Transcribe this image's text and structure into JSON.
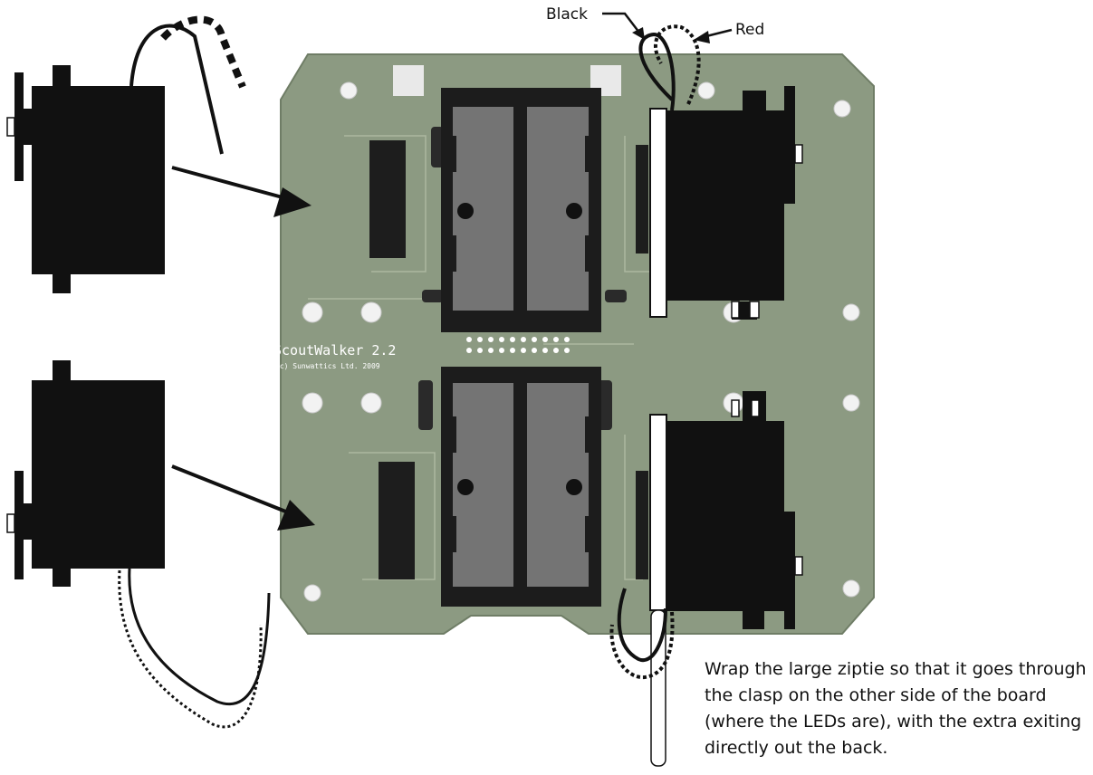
{
  "labels": {
    "black": "Black",
    "red": "Red"
  },
  "board": {
    "name": "ScoutWalker 2.2",
    "copyright": "(c) Sunwattics Ltd. 2009"
  },
  "instructions": "Wrap the large ziptie so that it goes through the clasp on the other side of the board (where the LEDs are), with the extra exiting directly out the back."
}
